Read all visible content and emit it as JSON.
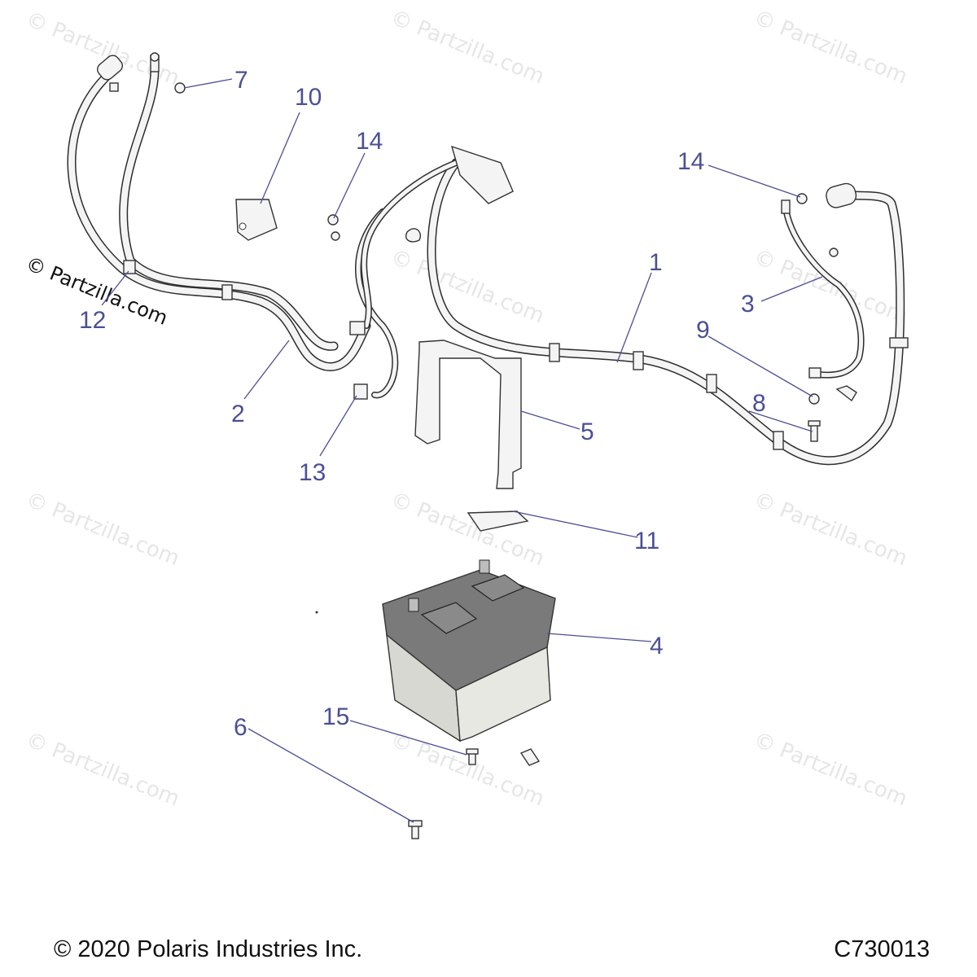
{
  "watermark_text": "© Partzilla.com",
  "callouts": [
    "1",
    "2",
    "3",
    "4",
    "5",
    "6",
    "7",
    "8",
    "9",
    "10",
    "11",
    "12",
    "13",
    "14",
    "14",
    "15"
  ],
  "footer": {
    "copyright": "© 2020 Polaris Industries Inc.",
    "figure_id": "C730013"
  },
  "colors": {
    "callout": "#4b4f96",
    "linework": "#2d2d2d",
    "part_fill": "#f4f4f4",
    "battery_top": "#707070",
    "battery_body": "#e2e2dc"
  }
}
